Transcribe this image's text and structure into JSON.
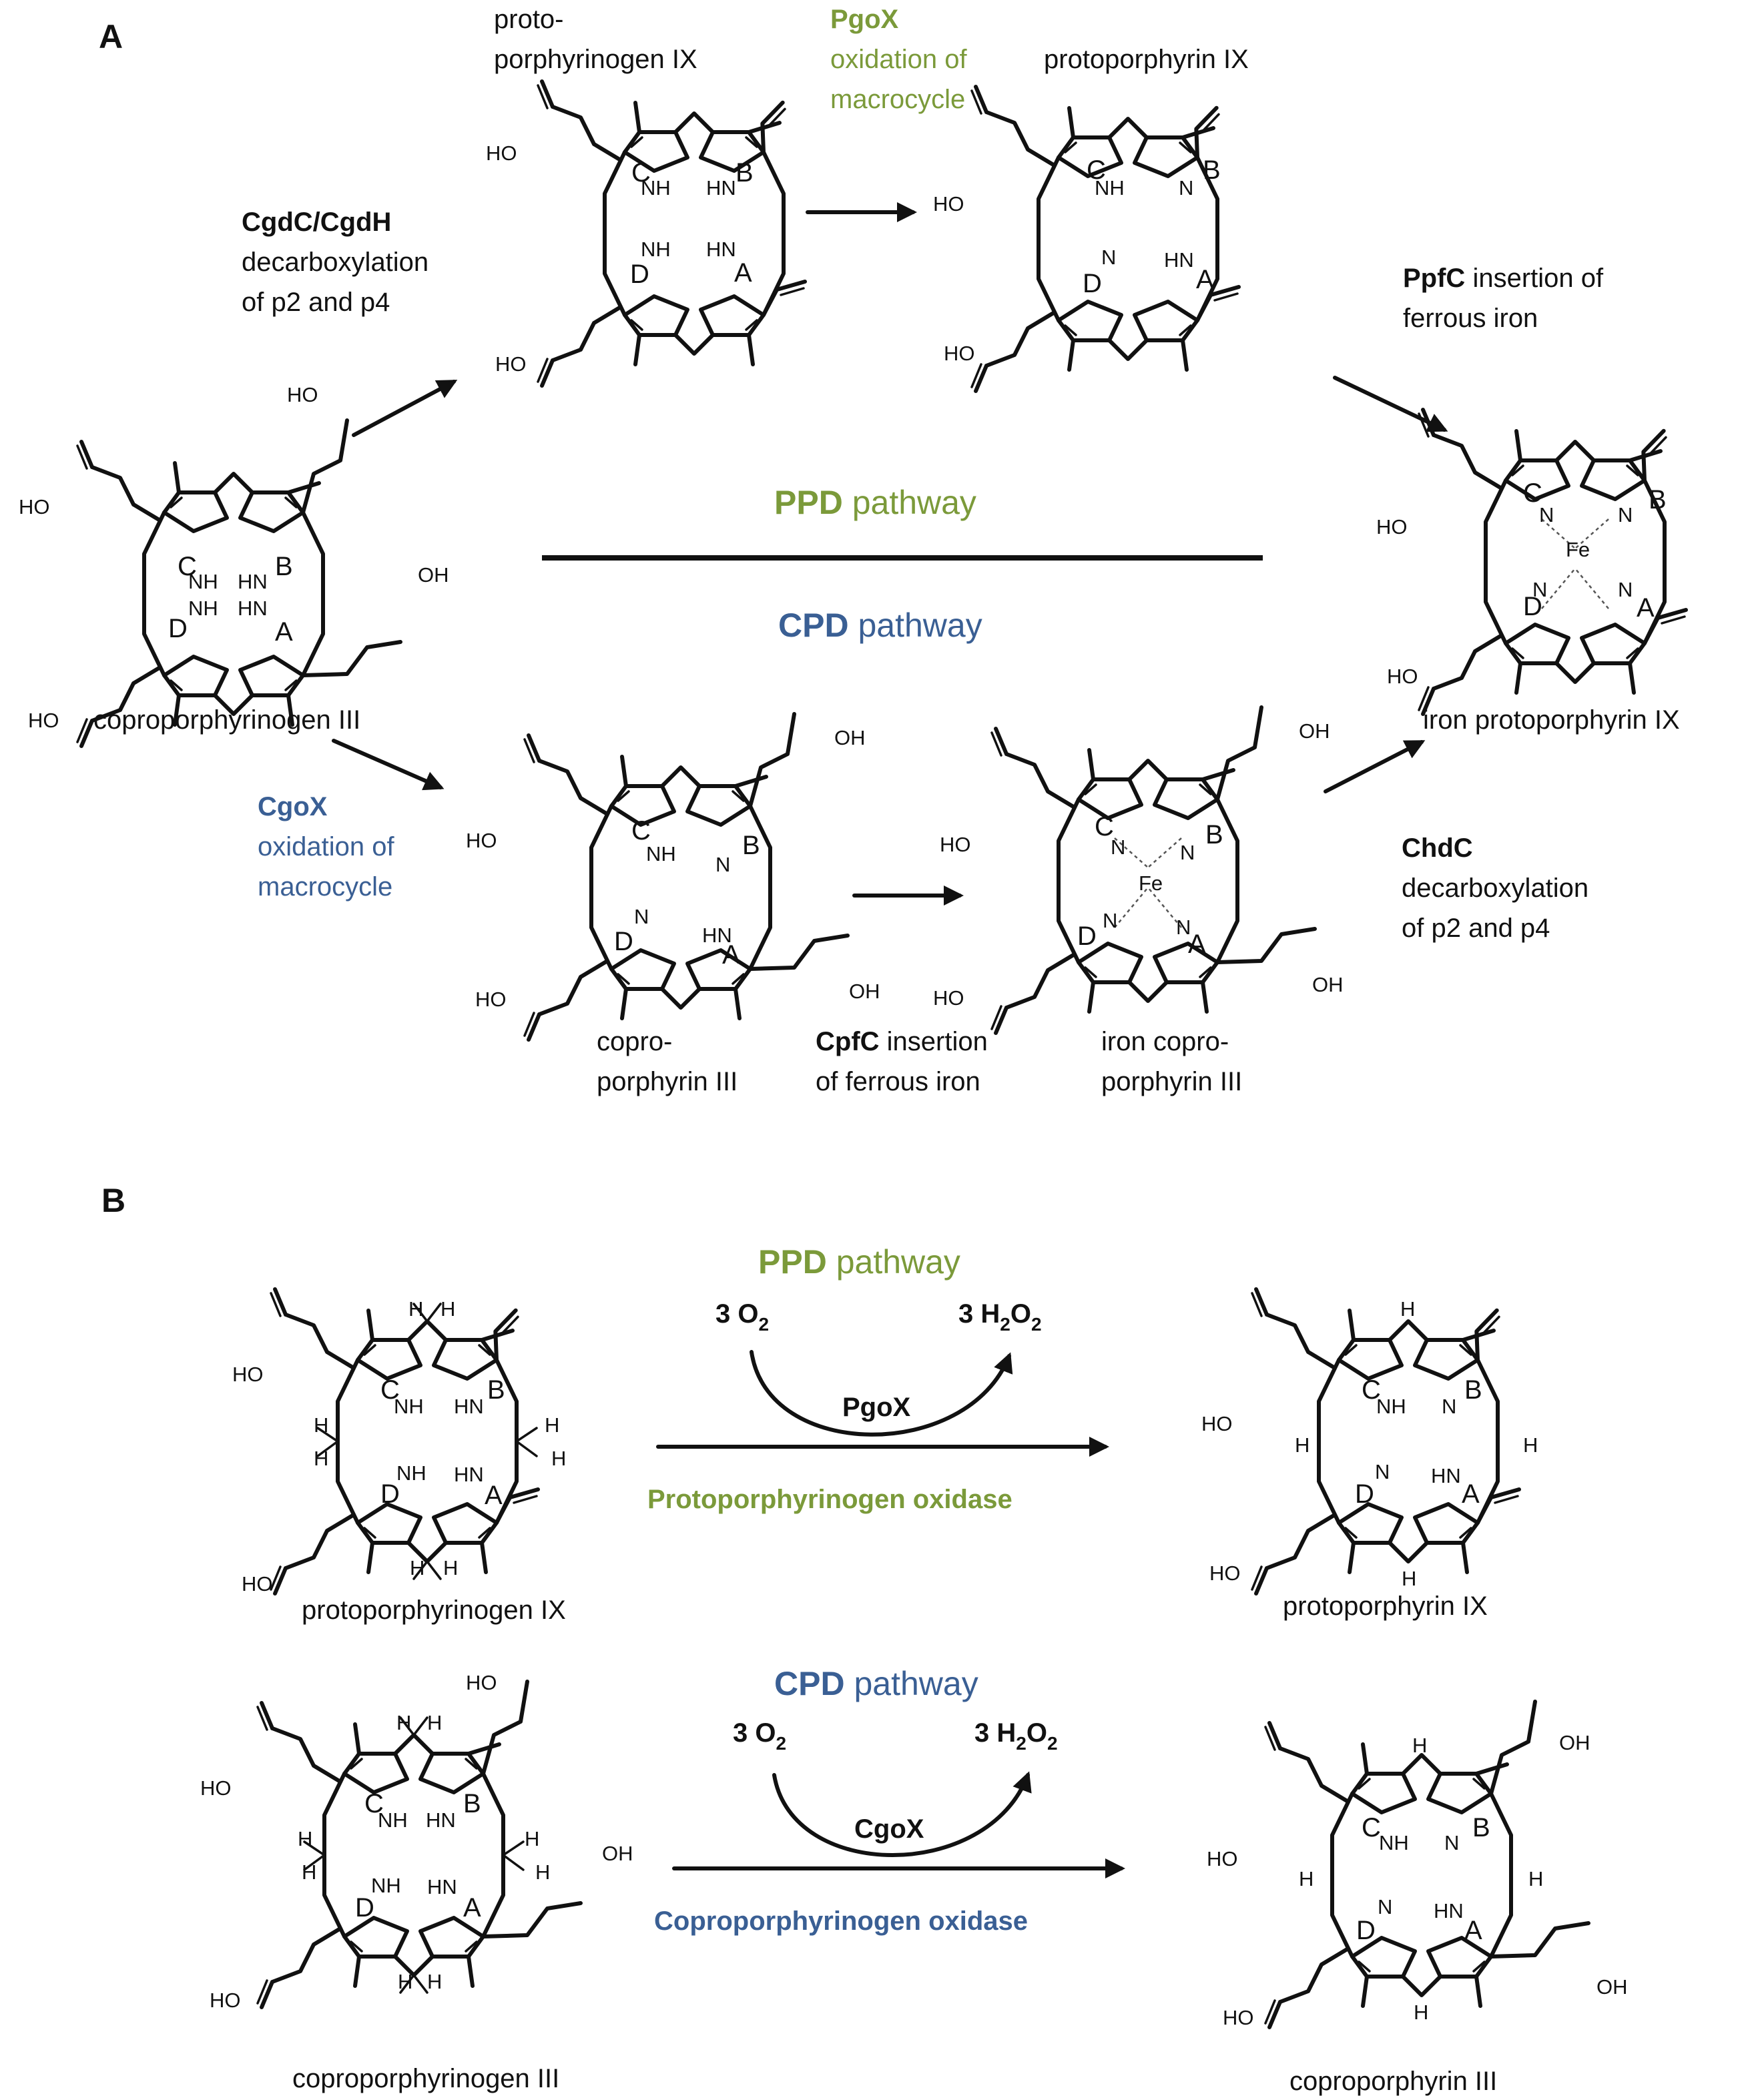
{
  "panels": {
    "a": "A",
    "b": "B"
  },
  "ring_letters": [
    "A",
    "B",
    "C",
    "D"
  ],
  "atoms": {
    "nh": "NH",
    "hn": "HN",
    "n": "N",
    "fe": "Fe",
    "ho": "HO",
    "oh": "OH",
    "h": "H"
  },
  "compounds": {
    "coproporphyrinogen": "coproporphyrinogen III",
    "protoporphyrinogen_line1": "proto-",
    "protoporphyrinogen_line2": "porphyrinogen IX",
    "protoporphyrinogen_full": "protoporphyrinogen IX",
    "protoporphyrin": "protoporphyrin IX",
    "iron_protoporphyrin": "iron protoporphyrin IX",
    "coproporphyrin_line1": "copro-",
    "coproporphyrin_line2": "porphyrin III",
    "coproporphyrin_full": "coproporphyrin III",
    "iron_coproporphyrin_line1": "iron copro-",
    "iron_coproporphyrin_line2": "porphyrin III"
  },
  "enzymes_a": {
    "cgdc": {
      "name": "CgdC/CgdH",
      "line1": "decarboxylation",
      "line2": "of p2 and p4"
    },
    "pgox": {
      "name": "PgoX",
      "line1": "oxidation of",
      "line2": "macrocycle"
    },
    "ppfc": {
      "name": "PpfC",
      "line1": " insertion of",
      "line2": "ferrous iron"
    },
    "cgox": {
      "name": "CgoX",
      "line1": "oxidation of",
      "line2": "macrocycle"
    },
    "cpfc": {
      "name": "CpfC",
      "line1": " insertion",
      "line2": "of  ferrous iron"
    },
    "chdc": {
      "name": "ChdC",
      "line1": "decarboxylation",
      "line2": "of p2 and p4"
    }
  },
  "pathways": {
    "ppd": {
      "abbr": "PPD",
      "word": " pathway"
    },
    "cpd": {
      "abbr": "CPD",
      "word": " pathway"
    }
  },
  "reactions_b": {
    "ppd": {
      "left": "3 O",
      "left_sub": "2",
      "right_a": "3 H",
      "right_sub1": "2",
      "right_b": "O",
      "right_sub2": "2",
      "enzyme": "PgoX",
      "enzyme_name": "Protoporphyrinogen oxidase"
    },
    "cpd": {
      "left": "3 O",
      "left_sub": "2",
      "right_a": "3 H",
      "right_sub1": "2",
      "right_b": "O",
      "right_sub2": "2",
      "enzyme": "CgoX",
      "enzyme_name": "Coproporphyrinogen oxidase"
    }
  },
  "colors": {
    "ppd_green": "#7b9a3a",
    "cpd_blue": "#3a5f94",
    "ink": "#111111"
  }
}
